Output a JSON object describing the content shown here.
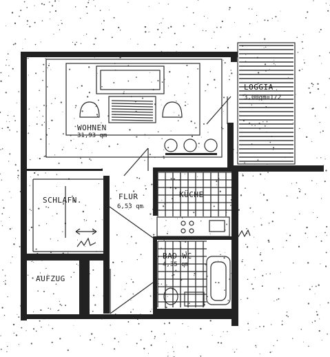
{
  "rooms": {
    "wohnen": {
      "name": "WOHNEN",
      "area": "31,93 qm"
    },
    "loggia": {
      "name": "LOGGIA",
      "area": "3,00qm=1/2"
    },
    "schlafn": {
      "name": "SCHLAFN."
    },
    "flur": {
      "name": "FLUR",
      "area": "6,53 qm"
    },
    "kueche": {
      "name": "KÜCHE"
    },
    "bad_wc": {
      "name": "BAD-WC",
      "area": "4,35 qm"
    },
    "aufzug": {
      "name": "AUFZUG"
    }
  },
  "colors": {
    "wall": "#222222",
    "paper": "#ffffff"
  },
  "icons": [
    "dining-table-icon",
    "stove-icon",
    "sink-icon",
    "bathtub-icon",
    "toilet-icon",
    "plant-icon",
    "door-swing-icon",
    "window-arrow-icon"
  ]
}
